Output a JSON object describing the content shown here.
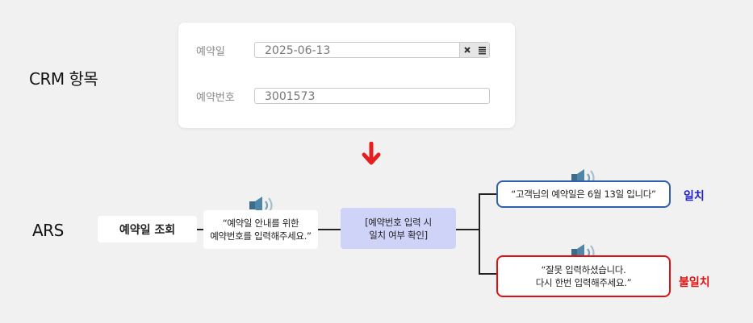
{
  "crm": {
    "label": "CRM 항목",
    "fields": [
      {
        "label": "예약일",
        "value": "2025-06-13"
      },
      {
        "label": "예약번호",
        "value": "3001573"
      }
    ]
  },
  "colors": {
    "arrow": "#e61e1e",
    "check_bg": "#cfd3f8",
    "match_border": "#2f5fae",
    "mismatch_border": "#e01010",
    "match_text": "#1f1fd0",
    "mismatch_text": "#e01010"
  },
  "ars": {
    "label": "ARS",
    "start": "예약일 조회",
    "guide": [
      "“예약일 안내를 위한",
      "예약번호를 입력해주세요.”"
    ],
    "check": [
      "[예약번호 입력 시",
      "일치 여부 확인]"
    ],
    "match_message": "“고객님의 예약일은 6월 13일 입니다”",
    "match_result": "일치",
    "mismatch_message": [
      "“잘못 입력하셨습니다.",
      "다시 한번 입력해주세요.”"
    ],
    "mismatch_result": "불일치"
  }
}
